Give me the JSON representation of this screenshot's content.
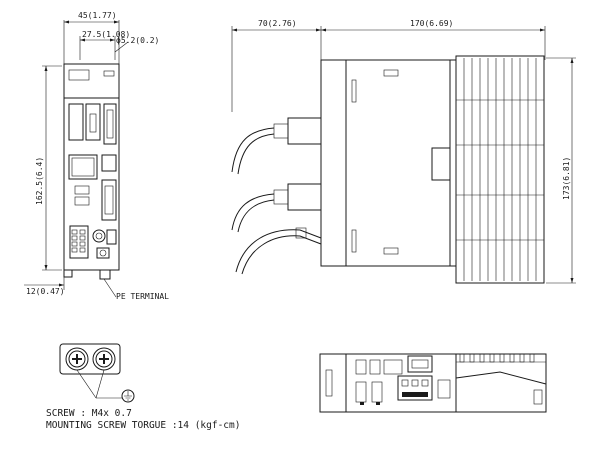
{
  "front_view": {
    "dim_width": "45(1.77)",
    "dim_hole_spacing": "27.5(1.08)",
    "dim_hole_dia": "ϕ5.2(0.2)",
    "dim_height": "162.5(6.4)",
    "dim_bottom": "12(0.47)",
    "pe_label": "PE TERMINAL"
  },
  "side_view": {
    "dim_left": "70(2.76)",
    "dim_right": "170(6.69)",
    "dim_height": "173(6.81)"
  },
  "screw_note": {
    "line1": "SCREW : M4x 0.7",
    "line2": "MOUNTING SCREW TORGUE :14 (kgf-cm)"
  }
}
